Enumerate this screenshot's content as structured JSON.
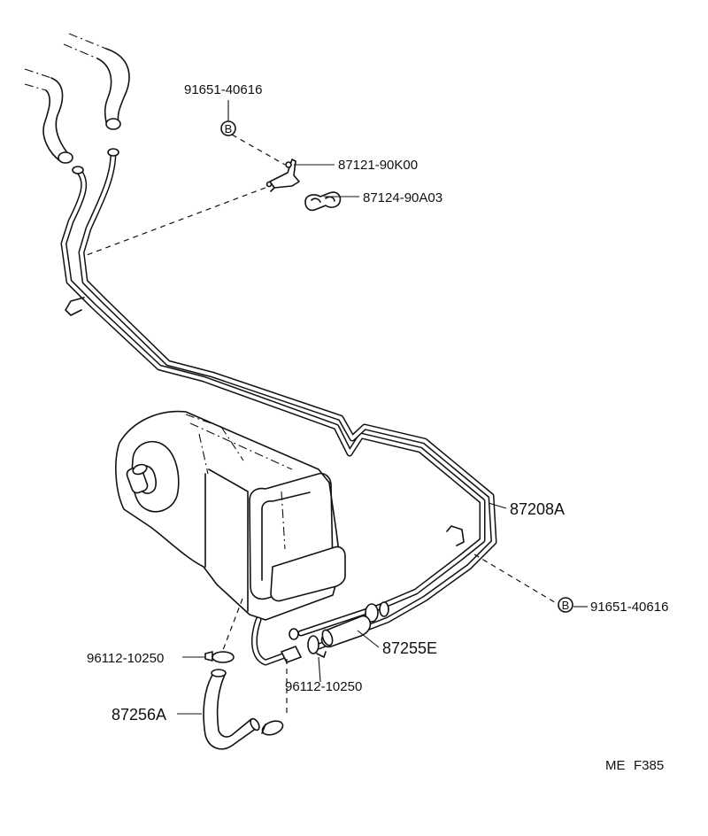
{
  "labels": {
    "bolt_top": "91651-40616",
    "bolt_top_marker": "B",
    "bracket": "87121-90K00",
    "clamp": "87124-90A03",
    "pipe": "87208A",
    "bolt_right": "91651-40616",
    "bolt_right_marker": "B",
    "hose_e": "87255E",
    "hose_a": "87256A",
    "hose_clamp_left": "96112-10250",
    "hose_clamp_mid": "96112-10250"
  },
  "footer": {
    "code_left": "ME",
    "code_right": "F385"
  }
}
